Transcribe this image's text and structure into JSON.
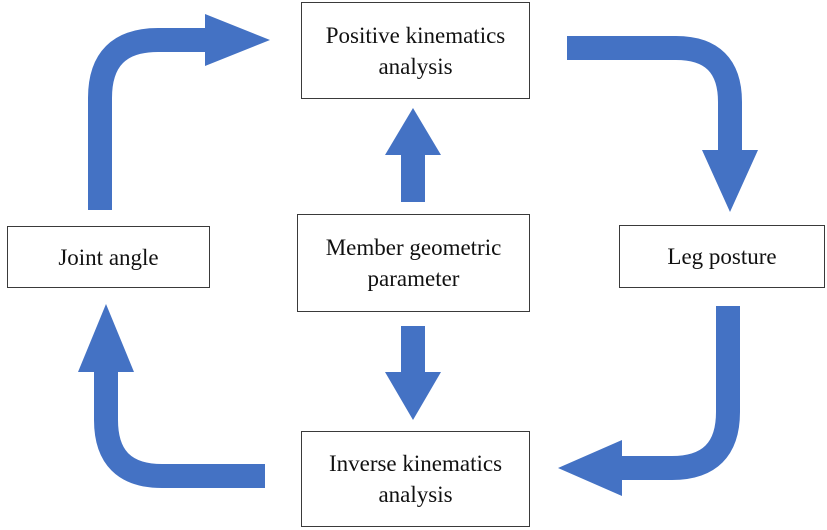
{
  "colors": {
    "arrow": "#4472C4",
    "box_border": "#3a3a3a",
    "text": "#111111"
  },
  "nodes": {
    "positive_kinematics": [
      "Positive kinematics",
      "analysis"
    ],
    "member_geometric": [
      "Member geometric",
      "parameter"
    ],
    "joint_angle": [
      "Joint angle"
    ],
    "leg_posture": [
      "Leg posture"
    ],
    "inverse_kinematics": [
      "Inverse kinematics",
      "analysis"
    ]
  },
  "arrows": [
    {
      "from": "joint_angle",
      "to": "positive_kinematics"
    },
    {
      "from": "positive_kinematics",
      "to": "leg_posture"
    },
    {
      "from": "leg_posture",
      "to": "inverse_kinematics"
    },
    {
      "from": "inverse_kinematics",
      "to": "joint_angle"
    },
    {
      "from": "member_geometric",
      "to": "positive_kinematics"
    },
    {
      "from": "member_geometric",
      "to": "inverse_kinematics"
    }
  ]
}
